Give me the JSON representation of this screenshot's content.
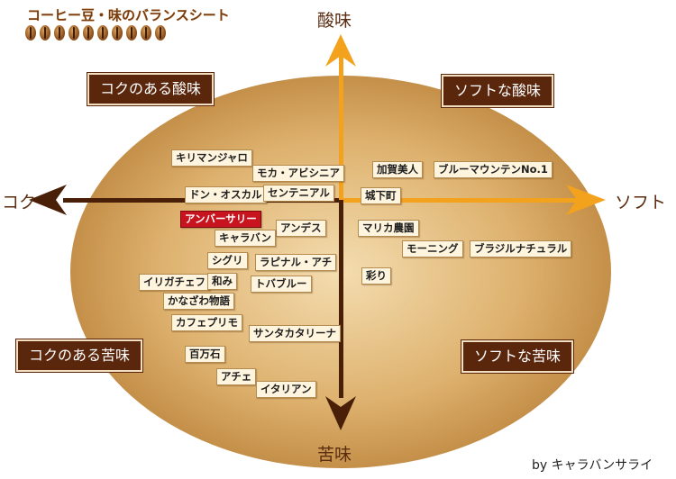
{
  "title": "コーヒー豆・味のバランスシート",
  "bean_count": 10,
  "axes": {
    "top": "酸味",
    "bottom": "苦味",
    "left": "コク",
    "right": "ソフト"
  },
  "quadrants": {
    "top_left": "コクのある酸味",
    "top_right": "ソフトな酸味",
    "bottom_left": "コクのある苦味",
    "bottom_right": "ソフトな苦味"
  },
  "beans": [
    {
      "name": "キリマンジャロ",
      "highlight": false
    },
    {
      "name": "モカ・アビシニア",
      "highlight": false
    },
    {
      "name": "ドン・オスカル",
      "highlight": false
    },
    {
      "name": "センテニアル",
      "highlight": false
    },
    {
      "name": "アンバーサリー",
      "highlight": true
    },
    {
      "name": "アンデス",
      "highlight": false
    },
    {
      "name": "キャラバン",
      "highlight": false
    },
    {
      "name": "シグリ",
      "highlight": false
    },
    {
      "name": "ラピナル・アチ",
      "highlight": false
    },
    {
      "name": "イリガチェフ",
      "highlight": false
    },
    {
      "name": "和み",
      "highlight": false
    },
    {
      "name": "トバブルー",
      "highlight": false
    },
    {
      "name": "かなざわ物語",
      "highlight": false
    },
    {
      "name": "カフェプリモ",
      "highlight": false
    },
    {
      "name": "サンタカタリーナ",
      "highlight": false
    },
    {
      "name": "百万石",
      "highlight": false
    },
    {
      "name": "アチェ",
      "highlight": false
    },
    {
      "name": "イタリアン",
      "highlight": false
    },
    {
      "name": "加賀美人",
      "highlight": false
    },
    {
      "name": "ブルーマウンテンNo.1",
      "highlight": false
    },
    {
      "name": "城下町",
      "highlight": false
    },
    {
      "name": "マリカ農園",
      "highlight": false
    },
    {
      "name": "モーニング",
      "highlight": false
    },
    {
      "name": "ブラジルナチュラル",
      "highlight": false
    },
    {
      "name": "彩り",
      "highlight": false
    }
  ],
  "credit": "by キャラバンサライ",
  "colors": {
    "arrow_brown": "#4a1f08",
    "arrow_orange": "#f3a21e",
    "ellipse_light": "#f4ddb0",
    "ellipse_dark": "#c1893c",
    "highlight_red": "#c8141e"
  }
}
